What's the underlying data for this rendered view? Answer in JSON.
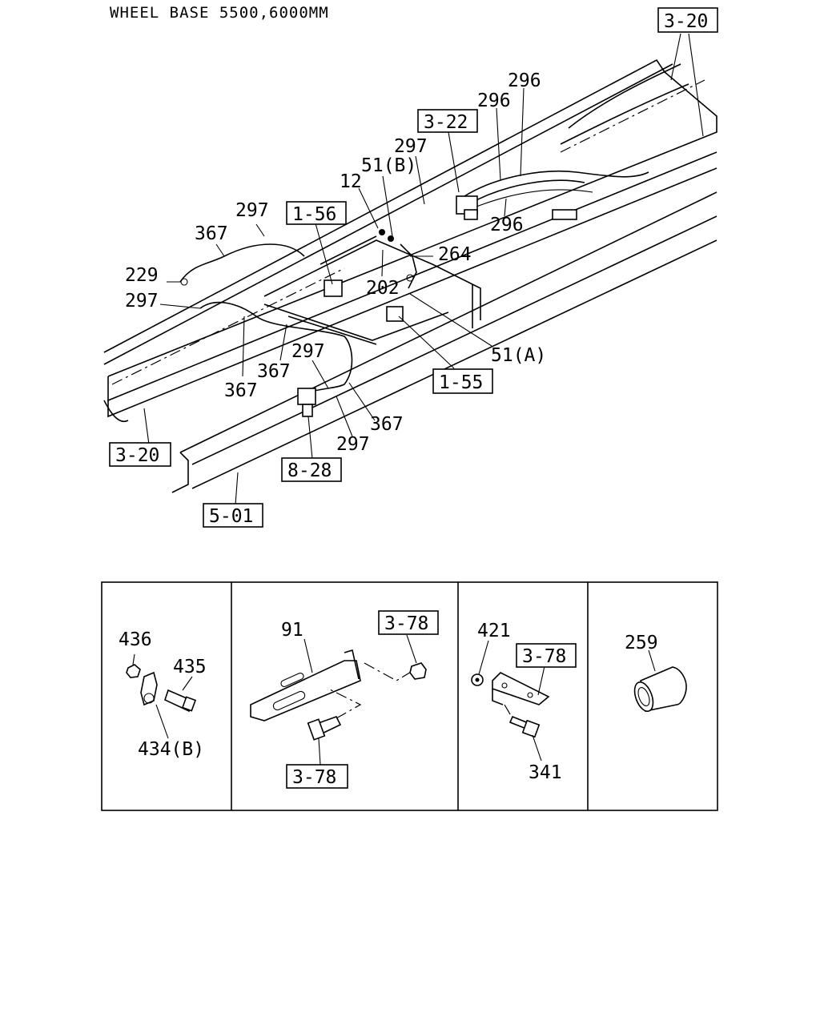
{
  "title": "WHEEL BASE 5500,6000MM",
  "refs": {
    "r3_20a": "3-20",
    "r3_22": "3-22",
    "r1_56": "1-56",
    "r1_55": "1-55",
    "r3_20b": "3-20",
    "r8_28": "8-28",
    "r5_01": "5-01",
    "r3_78a": "3-78",
    "r3_78b": "3-78",
    "r3_78c": "3-78"
  },
  "parts": {
    "p296a": "296",
    "p296b": "296",
    "p296c": "296",
    "p297a": "297",
    "p51b": "51(B)",
    "p12": "12",
    "p297b": "297",
    "p367a": "367",
    "p264": "264",
    "p229": "229",
    "p202": "202",
    "p297c": "297",
    "p51a": "51(A)",
    "p297d": "297",
    "p367b": "367",
    "p367c": "367",
    "p367d": "367",
    "p297e": "297",
    "p436": "436",
    "p435": "435",
    "p434b": "434(B)",
    "p91": "91",
    "p421": "421",
    "p341": "341",
    "p259": "259"
  }
}
